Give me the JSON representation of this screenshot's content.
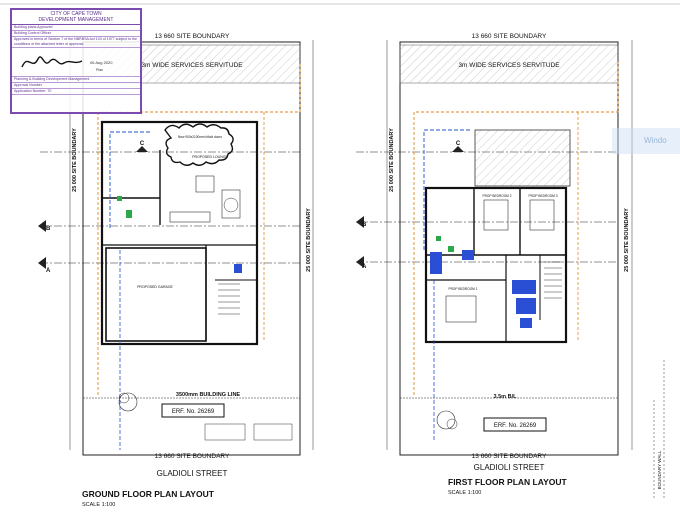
{
  "stamp": {
    "header_line1": "CITY OF CAPE TOWN",
    "header_line2": "DEVELOPMENT MANAGEMENT",
    "line_approval": "Building plans Approved",
    "line_officer": "Building Control Officer",
    "line_note": "Approved in terms of Section 7 of the NBRBSA Act 103 of 1977 subject to the conditions of the attached letter of approval.",
    "date": "06 Aug 2020",
    "signatory_title": "Plan",
    "line_planning": "Planning & Building Development Management",
    "line_approval_number": "Approval Number",
    "line_application_number": "Application Number: 70"
  },
  "ground": {
    "title": "GROUND FLOOR PLAN LAYOUT",
    "scale": "SCALE 1:100",
    "top_boundary": "13 660 SITE BOUNDARY",
    "bottom_boundary": "13 660 SITE BOUNDARY",
    "side_boundary_left": "25 000 SITE BOUNDARY",
    "side_boundary_right": "25 000 SITE BOUNDARY",
    "servitude": "3m WIDE SERVICES SERVITUDE",
    "building_line": "3500mm BUILDING LINE",
    "erf": "ERF. No. 26269",
    "street": "GLADIOLI STREET",
    "room_garage": "PROPOSED GARAGE",
    "room_lounge": "PROPOSED LOUNGE",
    "note_cloud": "New 900x2100mm bifold doors",
    "section_c": "C",
    "section_b": "B",
    "section_a": "A"
  },
  "first": {
    "title": "FIRST FLOOR PLAN LAYOUT",
    "scale": "SCALE 1:100",
    "top_boundary": "13 660 SITE BOUNDARY",
    "bottom_boundary": "13 660 SITE BOUNDARY",
    "side_boundary_left": "25 000 SITE BOUNDARY",
    "side_boundary_right": "25 000 SITE BOUNDARY",
    "servitude": "3m WIDE SERVICES SERVITUDE",
    "building_line": "3.5m B/L",
    "erf": "ERF. No. 26269",
    "street": "GLADIOLI STREET",
    "room_bed1": "PROP BEDROOM 1",
    "room_bed2": "PROP BEDROOM 2",
    "room_bed3": "PROP BEDROOM 3",
    "section_c": "C",
    "section_b": "B",
    "section_a": "A",
    "boundary_right_note": "BOUNDARY WALL"
  },
  "watermark_text": "Windo",
  "colors": {
    "line": "#222222",
    "orange_dash": "#e08a1e",
    "blue_dash": "#2255cc",
    "stamp_purple": "#7c4bb0",
    "fill_blue": "#2b4fd4",
    "fill_green": "#2aa84a"
  }
}
